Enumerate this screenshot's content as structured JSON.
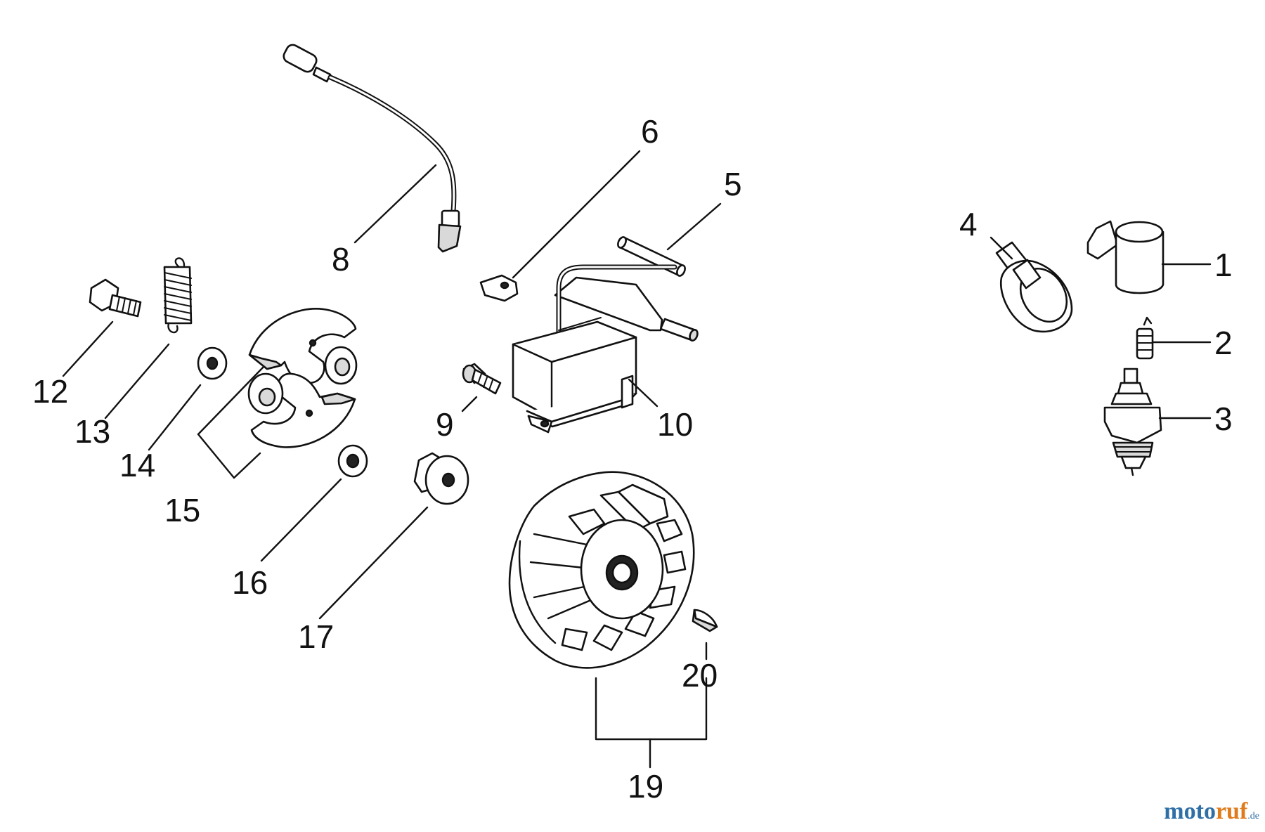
{
  "diagram": {
    "callouts": [
      {
        "id": "1",
        "label": "1"
      },
      {
        "id": "2",
        "label": "2"
      },
      {
        "id": "3",
        "label": "3"
      },
      {
        "id": "4",
        "label": "4"
      },
      {
        "id": "5",
        "label": "5"
      },
      {
        "id": "6",
        "label": "6"
      },
      {
        "id": "8",
        "label": "8"
      },
      {
        "id": "9",
        "label": "9"
      },
      {
        "id": "10",
        "label": "10"
      },
      {
        "id": "12",
        "label": "12"
      },
      {
        "id": "13",
        "label": "13"
      },
      {
        "id": "14",
        "label": "14"
      },
      {
        "id": "15",
        "label": "15"
      },
      {
        "id": "16",
        "label": "16"
      },
      {
        "id": "17",
        "label": "17"
      },
      {
        "id": "19",
        "label": "19"
      },
      {
        "id": "20",
        "label": "20"
      }
    ]
  },
  "watermark": {
    "part1": "moto",
    "part2": "ruf",
    "part3": ".de",
    "colors": {
      "blue": "#2f6fa6",
      "orange": "#e07b1c"
    }
  }
}
